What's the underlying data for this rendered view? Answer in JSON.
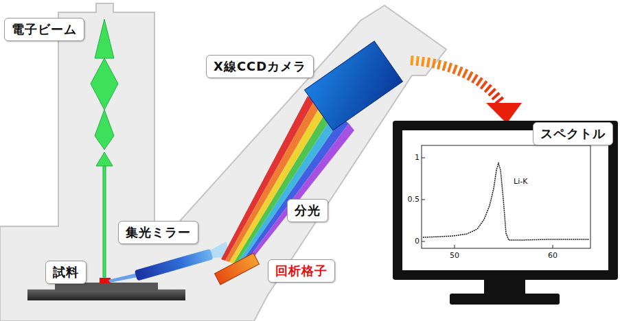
{
  "diagram": {
    "nodes": [
      {
        "text": [
          "電子ビーム"
        ]
      },
      {
        "text": [
          "X線CCDカメラ"
        ]
      },
      {
        "text": [
          "スペクトル"
        ]
      },
      {
        "text": [
          "分光"
        ]
      },
      {
        "text": [
          "集光ミラー"
        ]
      },
      {
        "text": [
          "回析格子"
        ]
      },
      {
        "text": [
          "試料"
        ]
      }
    ],
    "labels": [
      "Li-K",
      "1",
      "0.5",
      "0",
      "50",
      "60"
    ]
  }
}
